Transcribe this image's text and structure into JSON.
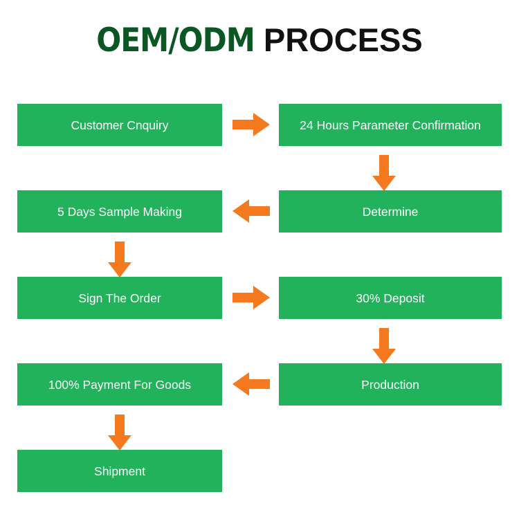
{
  "title": {
    "brand": "OEM/ODM",
    "word": " PROCESS"
  },
  "colors": {
    "box_green": "#22b25b",
    "title_green": "#0b5723",
    "arrow_orange": "#f4791f",
    "background": "#ffffff",
    "box_text": "#ffffff",
    "title_word": "#111111"
  },
  "flow": {
    "steps": [
      {
        "id": "customer-enquiry",
        "label": "Customer Cnquiry",
        "column": "left",
        "row": 1
      },
      {
        "id": "parameter-confirmation",
        "label": "24 Hours Parameter Confirmation",
        "column": "right",
        "row": 1
      },
      {
        "id": "sample-making",
        "label": "5 Days Sample Making",
        "column": "left",
        "row": 2
      },
      {
        "id": "determine",
        "label": "Determine",
        "column": "right",
        "row": 2
      },
      {
        "id": "sign-the-order",
        "label": "Sign The Order",
        "column": "left",
        "row": 3
      },
      {
        "id": "deposit",
        "label": "30% Deposit",
        "column": "right",
        "row": 3
      },
      {
        "id": "full-payment",
        "label": "100% Payment For Goods",
        "column": "left",
        "row": 4
      },
      {
        "id": "production",
        "label": "Production",
        "column": "right",
        "row": 4
      },
      {
        "id": "shipment",
        "label": "Shipment",
        "column": "left",
        "row": 5
      }
    ],
    "connectors": [
      {
        "id": "c1",
        "direction": "right",
        "from": "customer-enquiry",
        "to": "parameter-confirmation"
      },
      {
        "id": "c2",
        "direction": "down",
        "from": "parameter-confirmation",
        "to": "determine"
      },
      {
        "id": "c3",
        "direction": "left",
        "from": "determine",
        "to": "sample-making"
      },
      {
        "id": "c4",
        "direction": "down",
        "from": "sample-making",
        "to": "sign-the-order"
      },
      {
        "id": "c5",
        "direction": "right",
        "from": "sign-the-order",
        "to": "deposit"
      },
      {
        "id": "c6",
        "direction": "down",
        "from": "deposit",
        "to": "production"
      },
      {
        "id": "c7",
        "direction": "left",
        "from": "production",
        "to": "full-payment"
      },
      {
        "id": "c8",
        "direction": "down",
        "from": "full-payment",
        "to": "shipment"
      }
    ]
  }
}
